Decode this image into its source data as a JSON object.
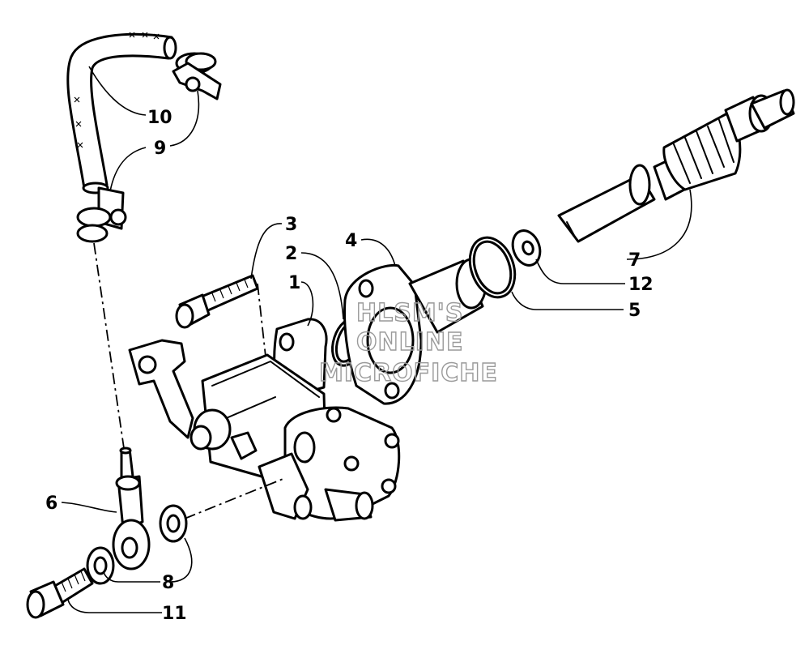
{
  "callouts": {
    "c1": "1",
    "c2": "2",
    "c3": "3",
    "c4": "4",
    "c5": "5",
    "c6": "6",
    "c7": "7",
    "c8": "8",
    "c9": "9",
    "c10": "10",
    "c11": "11",
    "c12": "12"
  },
  "watermark": {
    "line1": "HLSM'S",
    "line2": "ONLINE",
    "line3": "MICROFICHE"
  },
  "colors": {
    "ink": "#000000",
    "paper": "#ffffff",
    "watermark": "#9a9a9a"
  }
}
